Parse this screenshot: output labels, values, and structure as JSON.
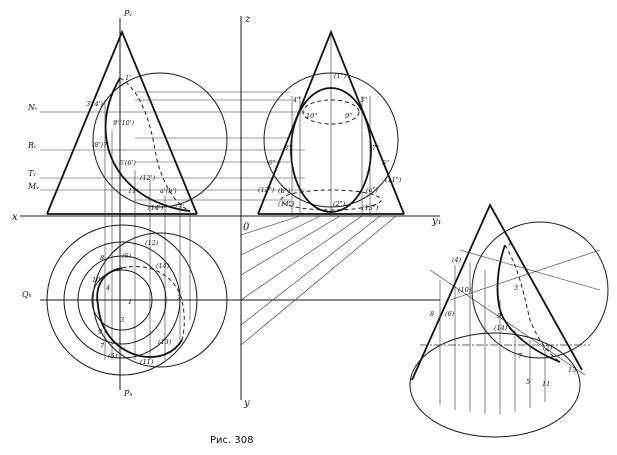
{
  "axes": {
    "x": "x",
    "z": "z",
    "y": "y",
    "y1": "y₁",
    "origin": "0"
  },
  "planes": {
    "pv": "Pᵥ",
    "ph": "Pₕ",
    "nv": "Nᵥ",
    "rv": "Rᵥ",
    "tv": "Tᵥ",
    "mv": "Mᵥ",
    "qh": "Qₕ"
  },
  "front_view_points": [
    "1'",
    "3'(4')",
    "9'(10')",
    "(8')7'",
    "5'(6')",
    "(12')",
    "11'",
    "a'(b')",
    "(14')",
    "13'"
  ],
  "side_view_points": [
    "(1\")",
    "4\"",
    "3\"",
    "10\"",
    "9\"",
    "8\"",
    "7\"",
    "6\"",
    "5\"",
    "(12\")",
    "(a\")",
    "(11\")",
    "(b\")",
    "(14\")",
    "(2\")",
    "(13\")"
  ],
  "top_view_points": [
    "(12)",
    "(6)",
    "8",
    "(14)",
    "10",
    "4",
    "1",
    "2",
    "3",
    "(13)",
    "9",
    "7",
    "(5)",
    "(11)"
  ],
  "iso_points": [
    "(4)",
    "(10)",
    "8",
    "(6)",
    "1",
    "3",
    "9",
    "(14)",
    "(2)",
    "7",
    "13",
    "5",
    "11"
  ],
  "caption": "Рис. 308"
}
